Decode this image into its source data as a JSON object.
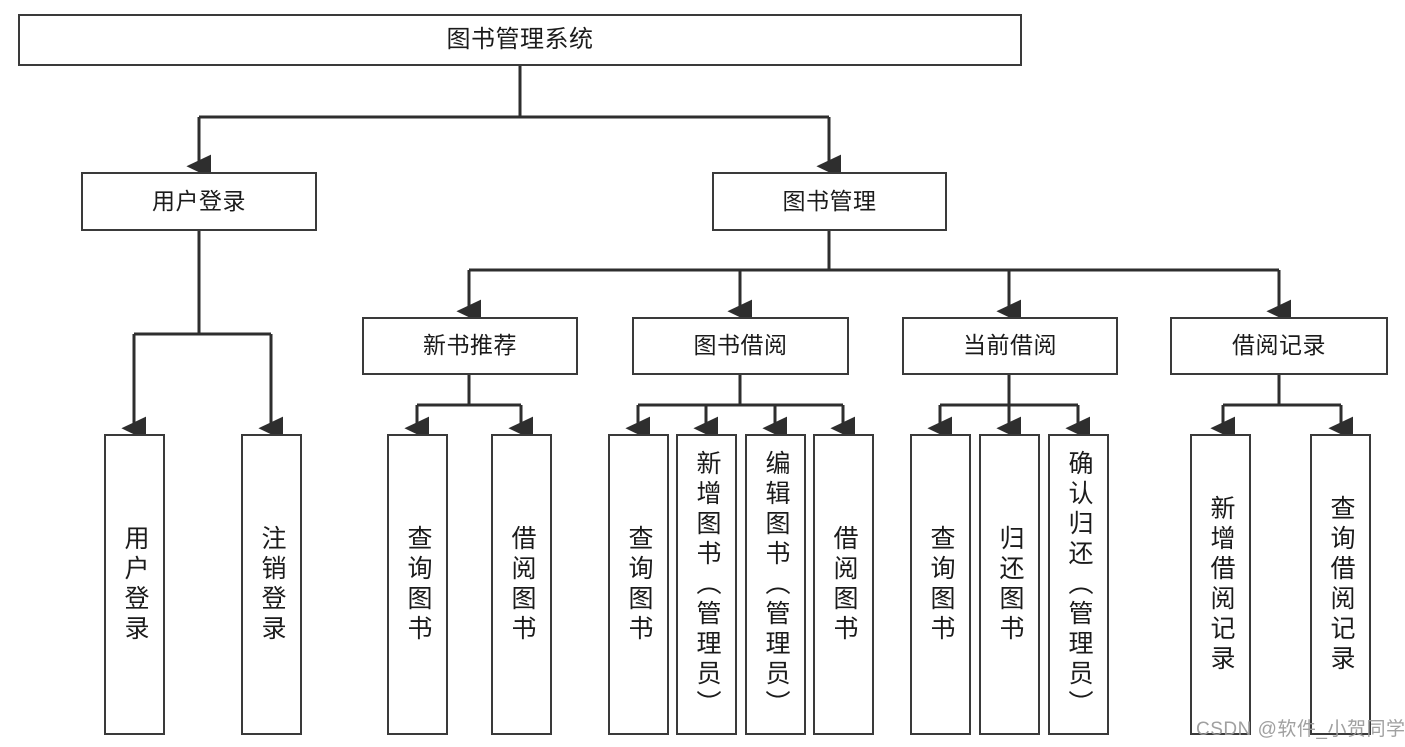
{
  "diagram": {
    "title": "图书管理系统",
    "type": "tree-hierarchy-chart",
    "watermark": "CSDN @软件_小贺同学",
    "colors": {
      "box_border": "#3a3a3a",
      "box_fill": "#ffffff",
      "edge": "#2e2e2e",
      "text": "#1b1b1b",
      "watermark": "#9b9b9b",
      "background": "#ffffff"
    },
    "levels": {
      "root": {
        "label": "图书管理系统"
      },
      "level2": [
        {
          "id": "user-login",
          "label": "用户登录"
        },
        {
          "id": "book-management",
          "label": "图书管理"
        }
      ],
      "level3": [
        {
          "id": "new-book-recommend",
          "label": "新书推荐",
          "parent": "book-management"
        },
        {
          "id": "book-borrow",
          "label": "图书借阅",
          "parent": "book-management"
        },
        {
          "id": "current-borrow",
          "label": "当前借阅",
          "parent": "book-management"
        },
        {
          "id": "borrow-record",
          "label": "借阅记录",
          "parent": "book-management"
        }
      ],
      "leaves": [
        {
          "id": "leaf-user-login",
          "label": "用户登录",
          "parent": "user-login"
        },
        {
          "id": "leaf-logout-login",
          "label": "注销登录",
          "parent": "user-login"
        },
        {
          "id": "leaf-query-book-1",
          "label": "查询图书",
          "parent": "new-book-recommend"
        },
        {
          "id": "leaf-borrow-book-1",
          "label": "借阅图书",
          "parent": "new-book-recommend"
        },
        {
          "id": "leaf-query-book-2",
          "label": "查询图书",
          "parent": "book-borrow"
        },
        {
          "id": "leaf-add-book",
          "label": "新增图书（管理员）",
          "parent": "book-borrow"
        },
        {
          "id": "leaf-edit-book",
          "label": "编辑图书（管理员）",
          "parent": "book-borrow"
        },
        {
          "id": "leaf-borrow-book-2",
          "label": "借阅图书",
          "parent": "book-borrow"
        },
        {
          "id": "leaf-query-book-3",
          "label": "查询图书",
          "parent": "current-borrow"
        },
        {
          "id": "leaf-return-book",
          "label": "归还图书",
          "parent": "current-borrow"
        },
        {
          "id": "leaf-confirm-return",
          "label": "确认归还（管理员）",
          "parent": "current-borrow"
        },
        {
          "id": "leaf-add-record",
          "label": "新增借阅记录",
          "parent": "borrow-record"
        },
        {
          "id": "leaf-query-record",
          "label": "查询借阅记录",
          "parent": "borrow-record"
        }
      ]
    }
  }
}
